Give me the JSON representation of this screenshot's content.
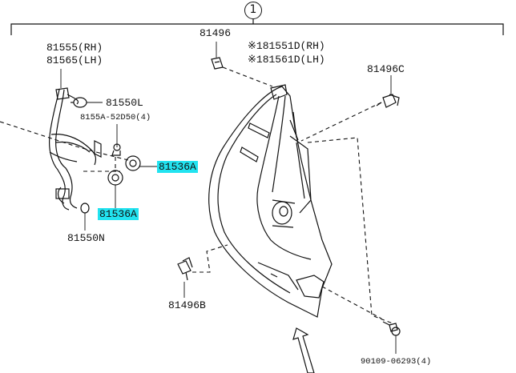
{
  "diagram": {
    "assembly_callout": "1",
    "labels": {
      "socket_rh": "81555(RH)",
      "socket_lh": "81565(LH)",
      "bulb_l": "81550L",
      "bulb_qty": "8155A-52D50(4)",
      "gasket_1": "81536A",
      "gasket_2": "81536A",
      "bulb_n": "81550N",
      "clip_top": "81496",
      "lens_rh": "※181551D(RH)",
      "lens_lh": "※181561D(LH)",
      "clip_c": "81496C",
      "clip_b": "81496B",
      "screw": "90109-06293(4)"
    },
    "highlight_color": "#22e3f0"
  }
}
